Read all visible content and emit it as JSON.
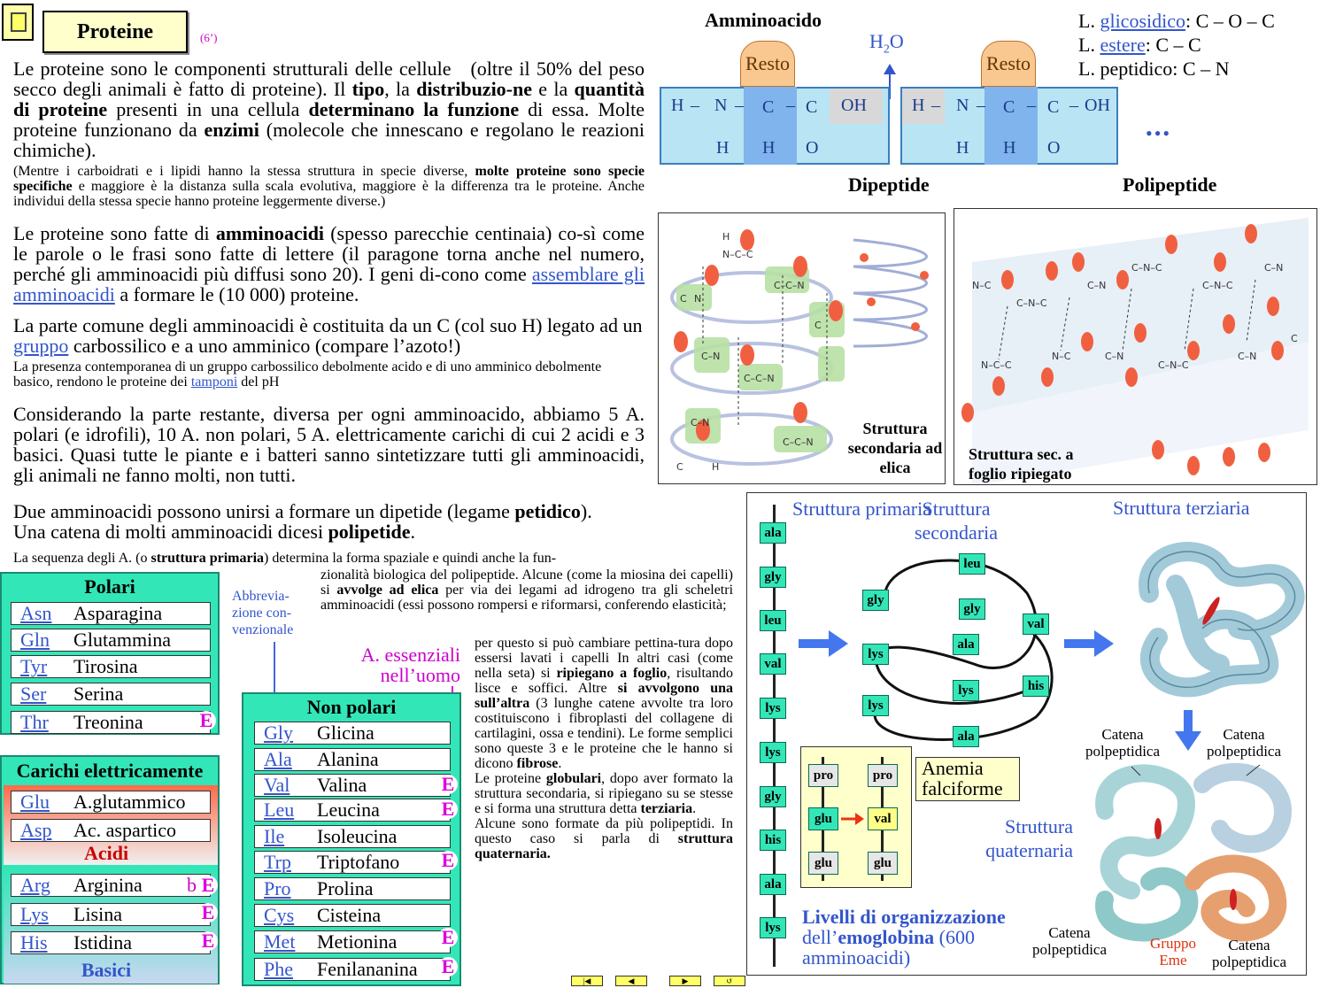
{
  "title": "Proteine",
  "time_note": "(6’)",
  "intro": {
    "p1_a": "Le proteine sono le componenti strutturali delle cellule",
    "p1_b": "(oltre il 50%",
    "p1_c": "del peso secco degli animali è fatto di proteine). Il",
    "tipo": "tipo",
    "p1_d": ", la",
    "distribuzione": "distribuzio-ne",
    "p1_e": "e la",
    "quantita": "quantità di proteine",
    "p1_f": "presenti in una cellula",
    "determinano": "determinano la funzione",
    "p1_g": "di essa.    Molte proteine funzionano da",
    "enzimi": "enzimi",
    "p1_h": "(molecole che innescano e regolano le reazioni chimiche).",
    "p1_small_a": "(Mentre i carboidrati e i lipidi hanno la stessa struttura in specie diverse,",
    "p1_small_bold": "molte proteine sono specie specifiche",
    "p1_small_b": "e maggiore è la distanza sulla scala evolutiva, maggiore è la differenza tra le proteine. Anche individui della stessa specie hanno proteine leggermente diverse.)"
  },
  "p2": {
    "a": "Le proteine sono fatte di",
    "amminoacidi": "amminoacidi",
    "b": "(spesso parecchie centinaia) co-sì come le parole o le frasi sono fatte di lettere  (il paragone torna anche nel numero, perché gli amminoacidi più diffusi sono 20).     I  geni  di-cono come",
    "link": "assemblare gli amminoacidi",
    "c": "a formare le (10 000) proteine."
  },
  "p3": {
    "a": "La parte comune degli amminoacidi    è costituita da un C (col suo H) legato ad un",
    "gruppo": "gruppo",
    "b": "carbossilico  e a uno amminico (compare l’azoto!)",
    "small_a": "La presenza contemporanea di un gruppo carbossilico debolmente acido   e   di   uno amminico debolmente basico,   rendono le proteine dei",
    "tamponi": "tamponi",
    "small_b": "del pH"
  },
  "p4": "Considerando la parte restante, diversa per ogni amminoacido, abbiamo 5 A. polari (e idrofili), 10 A. non polari,  5 A. elettricamente carichi di cui 2 acidi e 3 basici. Quasi tutte le piante e i batteri sanno sintetizzare tutti gli amminoacidi, gli animali ne fanno molti, non tutti.",
  "p5": {
    "a": "Due amminoacidi possono unirsi a formare un dipetide   (legame",
    "petidico": "petidico",
    "b": ").",
    "c": "Una catena di molti amminoacidi dicesi",
    "polipetide": "polipetide",
    "d": "."
  },
  "p6": {
    "a": "La sequenza degli A. (o",
    "primaria": "struttura primaria",
    "b": ") determina la forma spaziale e quindi anche la fun-"
  },
  "p7": {
    "a": "zionalità biologica del polipeptide.    Alcune (come la miosina dei capelli) si",
    "avvolge": "avvolge ad elica",
    "b": "per via dei legami ad idrogeno tra gli scheletri amminoacidi   (essi possono rompersi e riformarsi,  conferendo elasticità;"
  },
  "p8": {
    "a": "per questo si può cambiare pettina-tura dopo essersi lavati i capelli   In altri casi (come nella seta) si",
    "ripiegano": "ripiegano a foglio",
    "b": ", risultando lisce e soffici.  Altre",
    "avvolgono": "si avvolgono una sull’altra",
    "c": "(3 lunghe catene avvolte tra loro costituiscono i fibroplasti del collagene di cartilagini, ossa e tendini).   Le forme semplici sono queste 3 e le proteine che le hanno si dicono",
    "fibrose": "fibrose",
    "d": ".",
    "e": "Le proteine",
    "globulari": "globulari",
    "f": ", dopo aver formato la struttura secondaria, si ripiegano su se stesse e si forma una struttura detta",
    "terziaria": "terziaria",
    "g": ".",
    "h": "Alcune sono formate da più polipeptidi. In questo caso si parla di",
    "quaternaria": "struttura quaternaria."
  },
  "abbrev_note": "Abbrevia-zione con-venzionale",
  "essential_note": "A. essenziali nell’uomo",
  "polari": {
    "title": "Polari",
    "rows": [
      {
        "abbr": "Asn",
        "name": "Asparagina",
        "ess": ""
      },
      {
        "abbr": "Gln",
        "name": "Glutammina",
        "ess": ""
      },
      {
        "abbr": "Tyr",
        "name": "Tirosina",
        "ess": ""
      },
      {
        "abbr": "Ser",
        "name": "Serina",
        "ess": ""
      },
      {
        "abbr": "Thr",
        "name": "Treonina",
        "ess": "E"
      }
    ]
  },
  "carichi": {
    "title": "Carichi elettricamente",
    "acid_rows": [
      {
        "abbr": "Glu",
        "name": "A.glutammico"
      },
      {
        "abbr": "Asp",
        "name": "Ac. aspartico"
      }
    ],
    "acid_label": "Acidi",
    "basic_rows": [
      {
        "abbr": "Arg",
        "name": "Arginina",
        "ess": "E",
        "prefix": "b"
      },
      {
        "abbr": "Lys",
        "name": "Lisina",
        "ess": "E",
        "prefix": ""
      },
      {
        "abbr": "His",
        "name": "Istidina",
        "ess": "E",
        "prefix": ""
      }
    ],
    "basic_label": "Basici"
  },
  "non_polari": {
    "title": "Non polari",
    "rows": [
      {
        "abbr": "Gly",
        "name": "Glicina",
        "ess": ""
      },
      {
        "abbr": "Ala",
        "name": "Alanina",
        "ess": ""
      },
      {
        "abbr": "Val",
        "name": "Valina",
        "ess": "E"
      },
      {
        "abbr": "Leu",
        "name": "Leucina",
        "ess": "E"
      },
      {
        "abbr": "Ile",
        "name": "Isoleucina",
        "ess": ""
      },
      {
        "abbr": "Trp",
        "name": "Triptofano",
        "ess": "E"
      },
      {
        "abbr": "Pro",
        "name": "Prolina",
        "ess": ""
      },
      {
        "abbr": "Cys",
        "name": "Cisteina",
        "ess": ""
      },
      {
        "abbr": "Met",
        "name": "Metionina",
        "ess": "E"
      },
      {
        "abbr": "Phe",
        "name": "Fenilananina",
        "ess": "E"
      }
    ]
  },
  "diagram": {
    "amminoacido": "Amminoacido",
    "h2o": "H",
    "h2o_sub": "2",
    "h2o_o": "O",
    "resto": "Resto",
    "dipeptide": "Dipeptide",
    "polipeptide": "Polipeptide",
    "ellipsis": "•••",
    "atoms_left": [
      "H",
      "N",
      "C",
      "C",
      "OH",
      "H",
      "H",
      "O"
    ],
    "atoms_right": [
      "H",
      "N",
      "C",
      "C",
      "OH",
      "H",
      "H",
      "O"
    ]
  },
  "bonds": {
    "l1_a": "L.",
    "l1_link": "glicosidico",
    "l1_b": ":  C – O – C",
    "l2_a": "L.",
    "l2_link": "estere",
    "l2_b": ":          C – C",
    "l3": "L. peptidico:    C – N"
  },
  "helix_caption": "Struttura secondaria ad elica",
  "sheet_caption": "Struttura sec. a foglio ripiegato",
  "hemo": {
    "primaria": "Struttura primaria",
    "secondaria": "Struttura secondaria",
    "terziaria": "Struttura terziaria",
    "quaternaria": "Struttura quaternaria",
    "chain": [
      "ala",
      "gly",
      "leu",
      "val",
      "lys",
      "lys",
      "gly",
      "his",
      "ala",
      "lys"
    ],
    "loop": [
      "leu",
      "gly",
      "gly",
      "val",
      "ala",
      "lys",
      "lys",
      "his",
      "lys",
      "ala"
    ],
    "anemia_title": "Anemia falciforme",
    "anemia_left": [
      "pro",
      "glu",
      "glu"
    ],
    "anemia_right": [
      "pro",
      "val",
      "glu"
    ],
    "caption_bold": "Livelli di organizzazione",
    "caption_a": "dell’",
    "caption_bold2": "emoglobina",
    "caption_b": "(600 amminoacidi)",
    "catena": "Catena polpeptidica",
    "gruppo_eme": "Gruppo Eme"
  },
  "nav": [
    "|◀",
    "◀",
    "▶",
    "↺"
  ]
}
